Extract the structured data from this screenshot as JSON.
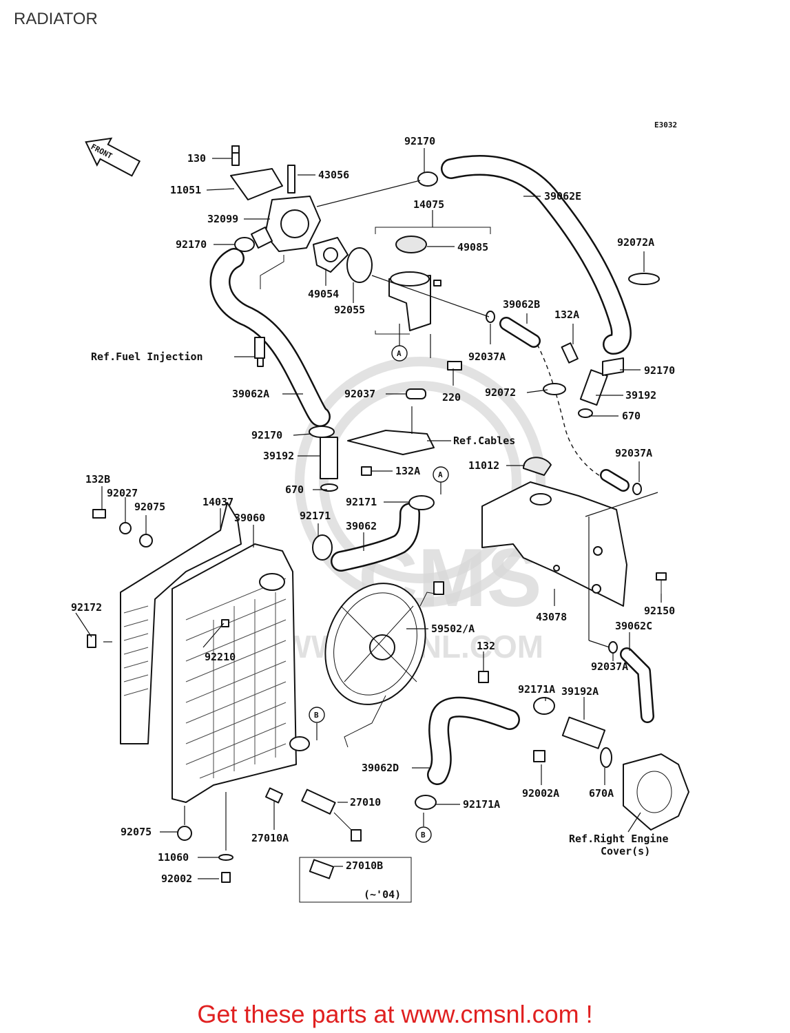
{
  "page": {
    "title": "RADIATOR",
    "diagram_code": "E3032",
    "front_label": "FRONT",
    "footer": "Get these parts at www.cmsnl.com !",
    "watermark": "CMS",
    "watermark_url": "WWW.CMSNL.COM"
  },
  "parts": [
    {
      "id": "p130",
      "text": "130"
    },
    {
      "id": "p11051",
      "text": "11051"
    },
    {
      "id": "p43056",
      "text": "43056"
    },
    {
      "id": "p32099",
      "text": "32099"
    },
    {
      "id": "p92170a",
      "text": "92170"
    },
    {
      "id": "p92170b",
      "text": "92170"
    },
    {
      "id": "p14075",
      "text": "14075"
    },
    {
      "id": "p39062E",
      "text": "39062E"
    },
    {
      "id": "p49085",
      "text": "49085"
    },
    {
      "id": "p92072A",
      "text": "92072A"
    },
    {
      "id": "p49054",
      "text": "49054"
    },
    {
      "id": "p92055",
      "text": "92055"
    },
    {
      "id": "p39062B",
      "text": "39062B"
    },
    {
      "id": "p132Aa",
      "text": "132A"
    },
    {
      "id": "pRefFuel",
      "text": "Ref.Fuel  Injection"
    },
    {
      "id": "p92037Aa",
      "text": "92037A"
    },
    {
      "id": "p92170c",
      "text": "92170"
    },
    {
      "id": "p39062A",
      "text": "39062A"
    },
    {
      "id": "p92037",
      "text": "92037"
    },
    {
      "id": "p220",
      "text": "220"
    },
    {
      "id": "p92072",
      "text": "92072"
    },
    {
      "id": "p39192a",
      "text": "39192"
    },
    {
      "id": "p670a",
      "text": "670"
    },
    {
      "id": "p92170d",
      "text": "92170"
    },
    {
      "id": "pRefCables",
      "text": "Ref.Cables"
    },
    {
      "id": "p39192b",
      "text": "39192"
    },
    {
      "id": "p132Ab",
      "text": "132A"
    },
    {
      "id": "p11012",
      "text": "11012"
    },
    {
      "id": "p92037Ab",
      "text": "92037A"
    },
    {
      "id": "p132B",
      "text": "132B"
    },
    {
      "id": "p92027",
      "text": "92027"
    },
    {
      "id": "p670b",
      "text": "670"
    },
    {
      "id": "p92171a",
      "text": "92171"
    },
    {
      "id": "p92075a",
      "text": "92075"
    },
    {
      "id": "p14037",
      "text": "14037"
    },
    {
      "id": "p39060",
      "text": "39060"
    },
    {
      "id": "p92171b",
      "text": "92171"
    },
    {
      "id": "p39062",
      "text": "39062"
    },
    {
      "id": "p92172",
      "text": "92172"
    },
    {
      "id": "p92150",
      "text": "92150"
    },
    {
      "id": "p43078",
      "text": "43078"
    },
    {
      "id": "p59502",
      "text": "59502/A"
    },
    {
      "id": "p39062C",
      "text": "39062C"
    },
    {
      "id": "p92210",
      "text": "92210"
    },
    {
      "id": "p132",
      "text": "132"
    },
    {
      "id": "p92037Ac",
      "text": "92037A"
    },
    {
      "id": "p92171Aa",
      "text": "92171A"
    },
    {
      "id": "p39192A",
      "text": "39192A"
    },
    {
      "id": "p39062D",
      "text": "39062D"
    },
    {
      "id": "p92002A",
      "text": "92002A"
    },
    {
      "id": "p670A",
      "text": "670A"
    },
    {
      "id": "p27010",
      "text": "27010"
    },
    {
      "id": "p92171Ab",
      "text": "92171A"
    },
    {
      "id": "p92075b",
      "text": "92075"
    },
    {
      "id": "p27010A",
      "text": "27010A"
    },
    {
      "id": "pRefRight1",
      "text": "Ref.Right Engine"
    },
    {
      "id": "pRefRight2",
      "text": "Cover(s)"
    },
    {
      "id": "p11060",
      "text": "11060"
    },
    {
      "id": "p27010B",
      "text": "27010B"
    },
    {
      "id": "p92002",
      "text": "92002"
    },
    {
      "id": "pRange",
      "text": "(~'04)"
    }
  ],
  "callouts": {
    "a1": "A",
    "a2": "A",
    "b1": "B",
    "b2": "B"
  }
}
